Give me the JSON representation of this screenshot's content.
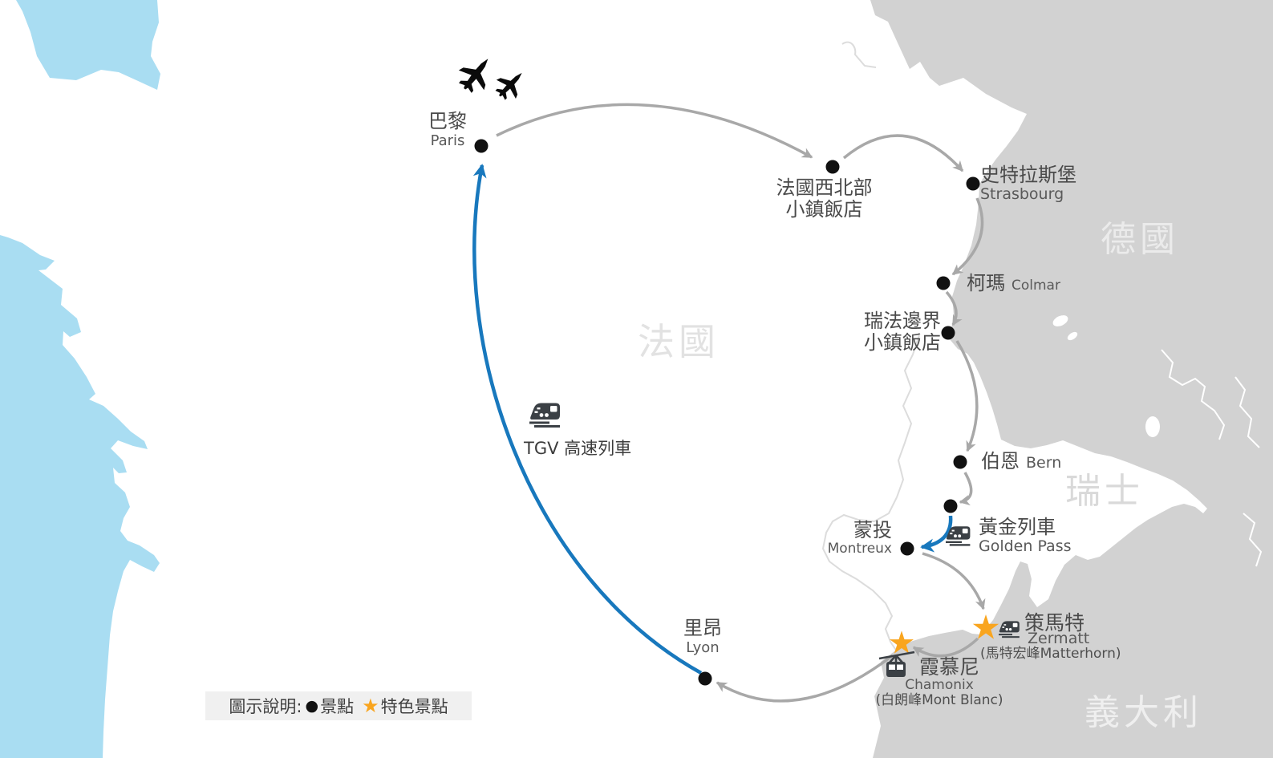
{
  "countries": {
    "france": "法國",
    "germany": "德國",
    "switzerland": "瑞士",
    "italy": "義大利"
  },
  "stops": {
    "paris": {
      "zh": "巴黎",
      "en": "Paris"
    },
    "nw_hotel": {
      "line1": "法國西北部",
      "line2": "小鎮飯店"
    },
    "strasbourg": {
      "zh": "史特拉斯堡",
      "en": "Strasbourg"
    },
    "colmar": {
      "zh": "柯瑪",
      "en": "Colmar"
    },
    "border_hotel": {
      "line1": "瑞法邊界",
      "line2": "小鎮飯店"
    },
    "bern": {
      "zh": "伯恩",
      "en": "Bern"
    },
    "montreux": {
      "zh": "蒙投",
      "en": "Montreux"
    },
    "zermatt": {
      "zh": "策馬特",
      "en": "Zermatt",
      "note": "(馬特宏峰Matterhorn)"
    },
    "chamonix": {
      "zh": "霞慕尼",
      "en": "Chamonix",
      "note": "(白朗峰Mont Blanc)"
    },
    "lyon": {
      "zh": "里昂",
      "en": "Lyon"
    }
  },
  "transport": {
    "tgv": "TGV 高速列車",
    "golden_pass_zh": "黃金列車",
    "golden_pass_en": "Golden Pass"
  },
  "legend": {
    "prefix": "圖示說明:",
    "dot_symbol": "●",
    "dot_label": "景點",
    "star_symbol": "★",
    "star_label": "特色景點"
  },
  "colors": {
    "sea": "#a9ddf2",
    "land": "#d2d2d2",
    "route_gray": "#a8a8a8",
    "route_blue": "#1878bd",
    "star_orange": "#f9a51f",
    "marker_black": "#111111"
  }
}
